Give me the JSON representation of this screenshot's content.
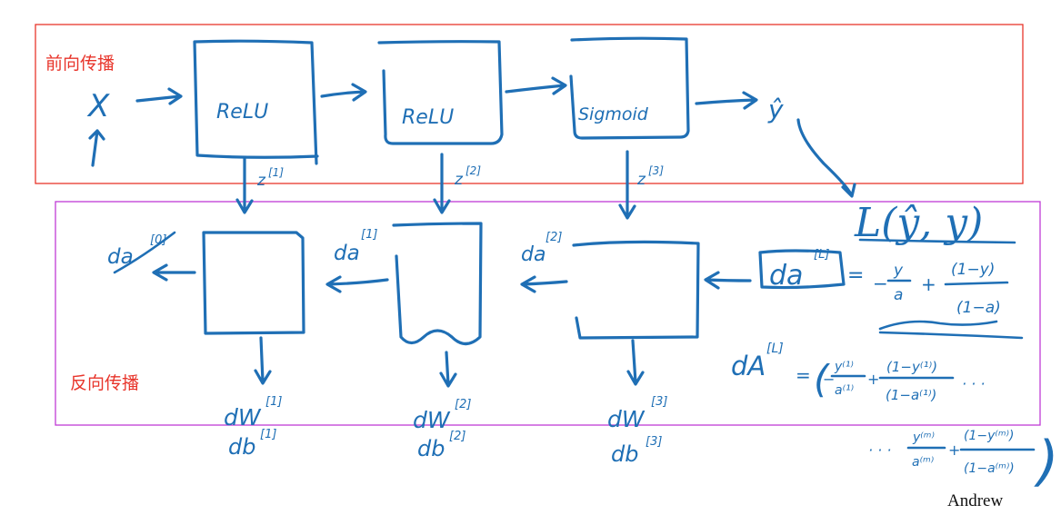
{
  "sections": {
    "forward": "前向传播",
    "backward": "反向传播"
  },
  "input": "X",
  "layers": [
    {
      "label": "ReLU",
      "cache": "z",
      "cache_sup": "[1]"
    },
    {
      "label": "ReLU",
      "cache": "z",
      "cache_sup": "[2]"
    },
    {
      "label": "Sigmoid",
      "cache": "z",
      "cache_sup": "[3]"
    }
  ],
  "output": "ŷ",
  "loss": "L(ŷ, y)",
  "backward_inputs": [
    "da",
    "da",
    "da",
    "da"
  ],
  "backward_input_sups": [
    "[0]",
    "[1]",
    "[2]",
    "[L]"
  ],
  "grads": [
    {
      "dw": "dW",
      "dw_sup": "[1]",
      "db": "db",
      "db_sup": "[1]"
    },
    {
      "dw": "dW",
      "dw_sup": "[2]",
      "db": "db",
      "db_sup": "[2]"
    },
    {
      "dw": "dW",
      "dw_sup": "[3]",
      "db": "db",
      "db_sup": "[3]"
    }
  ],
  "formula": {
    "eq": "=",
    "minus": "−",
    "plus": "+",
    "t1_num": "y",
    "t1_den": "a",
    "t2_num": "(1−y)",
    "t2_den": "(1−a)",
    "dA_label": "dA",
    "dA_sup": "[L]",
    "dA_open": "(",
    "dA_t1_num": "y⁽¹⁾",
    "dA_t1_den": "a⁽¹⁾",
    "dA_t2_num": "(1−y⁽¹⁾)",
    "dA_t2_den": "(1−a⁽¹⁾)",
    "dots": "· · ·",
    "dots2": "· · ·",
    "dA_t3_num": "y⁽ᵐ⁾",
    "dA_t3_den": "a⁽ᵐ⁾",
    "dA_t4_num": "(1−y⁽ᵐ⁾)",
    "dA_t4_den": "(1−a⁽ᵐ⁾)",
    "dA_close": ")"
  },
  "credit": "Andrew",
  "colors": {
    "ink": "#1f6fb5",
    "forward_border": "#e8352b",
    "backward_border": "#c03bd6",
    "caption": "#e8352b"
  }
}
